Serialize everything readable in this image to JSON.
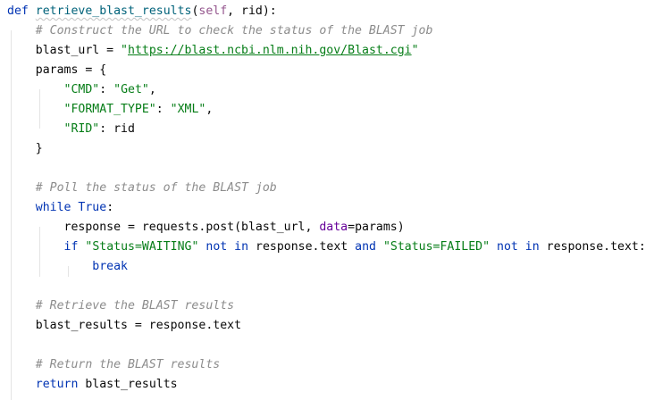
{
  "editor": {
    "language": "python",
    "colors": {
      "background": "#ffffff",
      "keyword": "#0033b3",
      "function_name": "#00627a",
      "self": "#94558d",
      "string": "#067d17",
      "comment": "#8c8c8c",
      "kwarg": "#660099",
      "text": "#080808"
    },
    "code": {
      "def_kw": "def",
      "func_name": "retrieve_blast_results",
      "def_open": "(",
      "self_kw": "self",
      "def_params": ", rid):",
      "comment_construct": "# Construct the URL to check the status of the BLAST job",
      "blast_url_assign": "blast_url = ",
      "url_quote_open": "\"",
      "url_value": "https://blast.ncbi.nlm.nih.gov/Blast.cgi",
      "url_quote_close": "\"",
      "params_open": "params = {",
      "key_cmd": "\"CMD\"",
      "colon_sep": ": ",
      "val_get": "\"Get\"",
      "comma": ",",
      "key_format": "\"FORMAT_TYPE\"",
      "colon_sep2": ": ",
      "val_xml": "\"XML\"",
      "comma2": ",",
      "key_rid": "\"RID\"",
      "rid_value": ": rid",
      "params_close": "}",
      "comment_poll": "# Poll the status of the BLAST job",
      "while_kw": "while",
      "true_kw": "True",
      "while_colon": ":",
      "response_assign": "response = requests.post(blast_url, ",
      "data_kwarg": "data",
      "post_end": "=params)",
      "if_kw": "if",
      "status_waiting": "\"Status=WAITING\"",
      "not_kw": "not",
      "in_kw": "in",
      "response_text": "response.text",
      "and_kw": "and",
      "status_failed": "\"Status=FAILED\"",
      "not_kw2": "not",
      "in_kw2": "in",
      "response_text2": "response.text:",
      "break_kw": "break",
      "comment_retrieve": "# Retrieve the BLAST results",
      "results_assign": "blast_results = response.text",
      "comment_return": "# Return the BLAST results",
      "return_kw": "return",
      "return_value": "blast_results"
    }
  }
}
